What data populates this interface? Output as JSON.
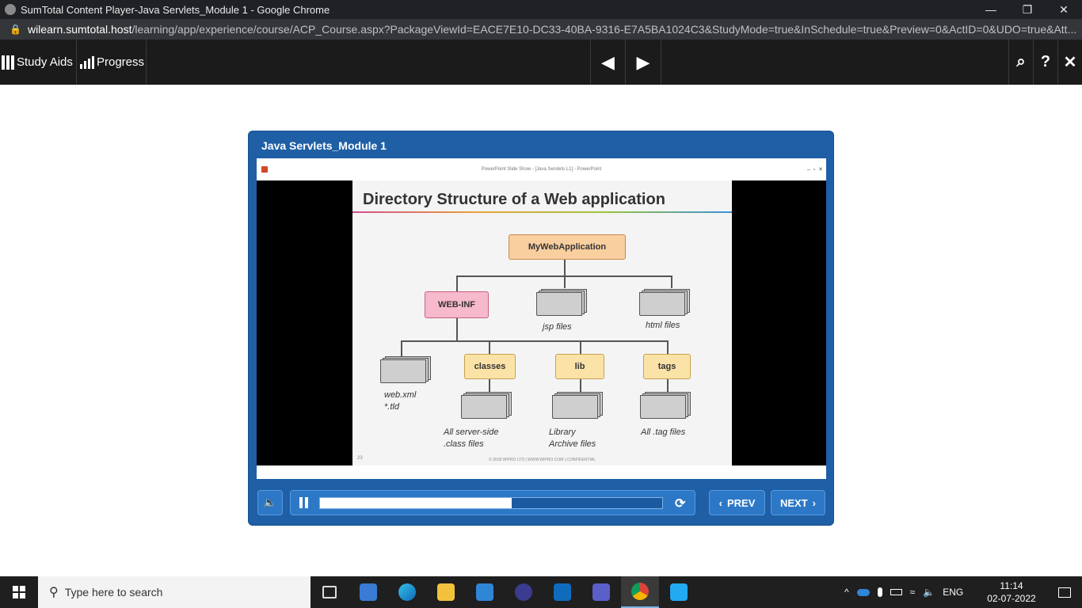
{
  "browser": {
    "window_title": "SumTotal Content Player-Java Servlets_Module 1 - Google Chrome",
    "minimize": "—",
    "restore": "❐",
    "close": "✕",
    "url_host": "wilearn.sumtotal.host",
    "url_path": "/learning/app/experience/course/ACP_Course.aspx?PackageViewId=EACE7E10-DC33-40BA-9316-E7A5BA1024C3&StudyMode=true&InSchedule=true&Preview=0&ActID=0&UDO=true&Att..."
  },
  "toolbar": {
    "study_aids_label": "Study Aids",
    "progress_label": "Progress",
    "prev_arrow": "◀",
    "next_arrow": "▶",
    "search_icon": "⌕",
    "help_icon": "?",
    "close_icon": "✕"
  },
  "player": {
    "title": "Java Servlets_Module 1",
    "prev_label": "PREV",
    "next_label": "NEXT",
    "progress": 0.56,
    "ppt_window_title": "PowerPoint Slide Show - [Java Servlets L1] - PowerPoint"
  },
  "slide": {
    "title": "Directory Structure of a Web application",
    "root": "MyWebApplication",
    "webinf": "WEB-INF",
    "jsp_label": "jsp files",
    "html_label": "html files",
    "webxml_label_1": "web.xml",
    "webxml_label_2": "*.tld",
    "classes": "classes",
    "lib": "lib",
    "tags": "tags",
    "classes_label_1": "All server-side",
    "classes_label_2": ".class files",
    "lib_label_1": "Library",
    "lib_label_2": "Archive files",
    "tags_label": "All .tag files",
    "page_number": "23",
    "footer": "© 2018  WIPRO LTD  |  WWW.WIPRO.COM  |  CONFIDENTIAL"
  },
  "taskbar": {
    "search_placeholder": "Type here to search",
    "language": "ENG",
    "time": "11:14",
    "date": "02-07-2022"
  },
  "colors": {
    "player_blue": "#1e5fa6",
    "root_node": "#f9cfa0",
    "webinf_node": "#f7b9cc",
    "folder_node": "#fbe3a8"
  }
}
